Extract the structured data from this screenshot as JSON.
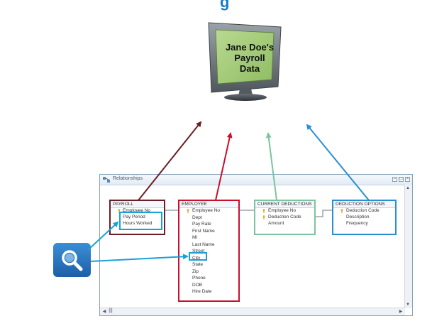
{
  "banner": {
    "title": "g"
  },
  "monitor": {
    "screen_lines": [
      "Jane Doe's",
      "Payroll",
      "Data"
    ]
  },
  "window": {
    "title": "Relationships"
  },
  "tables": {
    "payroll": {
      "name": "PAYROLL",
      "fields": [
        "Employee No",
        "Pay Period",
        "Hours Worked"
      ]
    },
    "employee": {
      "name": "EMPLOYEE",
      "fields": [
        "Employee No",
        "Dept",
        "Pay Rate",
        "First Name",
        "MI",
        "Last Name",
        "Street",
        "City",
        "State",
        "Zip",
        "Phone",
        "DOB",
        "Hire Date"
      ]
    },
    "current_deductions": {
      "name": "CURRENT DEDUCTIONS",
      "fields": [
        "Employee No",
        "Deduction Code",
        "Amount"
      ]
    },
    "deduction_options": {
      "name": "DEDUCTION OPTIONS",
      "fields": [
        "Deduction Code",
        "Description",
        "Frequency"
      ]
    }
  },
  "colors": {
    "payroll": "#6b1e24",
    "employee": "#c8102e",
    "current_deductions": "#7cc4a0",
    "deduction_options": "#2a8fd0",
    "highlight": "#1aa0d8"
  },
  "icons": {
    "search": "magnifier-icon",
    "window": "relationships-icon",
    "key": "key-icon"
  }
}
